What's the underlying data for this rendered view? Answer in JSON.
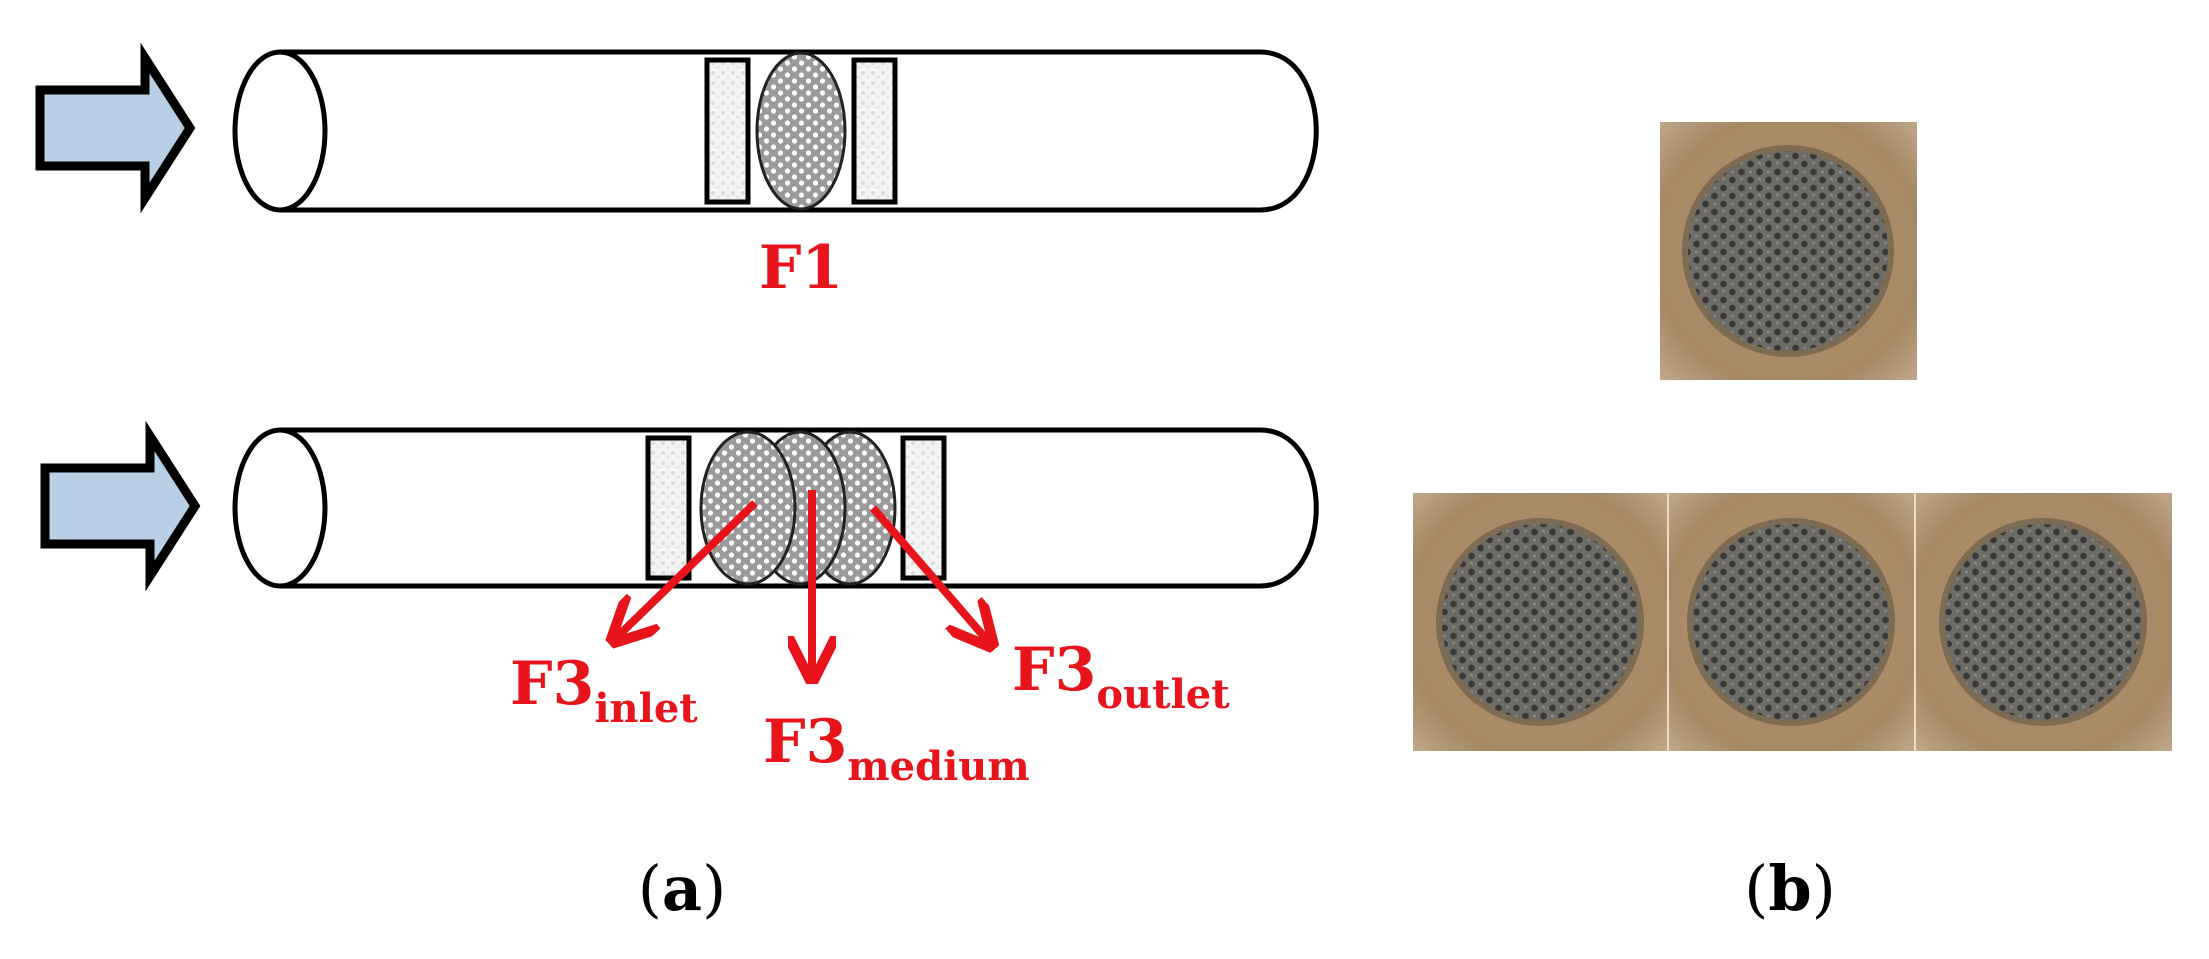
{
  "panel_a": {
    "label_open": "(",
    "label_letter": "a",
    "label_close": ")",
    "top_tube": {
      "filter_label": "F1"
    },
    "bottom_tube": {
      "labels": [
        {
          "main": "F3",
          "sub": "inlet"
        },
        {
          "main": "F3",
          "sub": "medium"
        },
        {
          "main": "F3",
          "sub": "outlet"
        }
      ]
    }
  },
  "panel_b": {
    "label_open": "(",
    "label_letter": "b",
    "label_close": ")",
    "photos": [
      "single foam filter",
      "foam filter inlet",
      "foam filter medium",
      "foam filter outlet"
    ]
  },
  "colors": {
    "arrow_fill": "#b8cfe6",
    "annotation_red": "#e8141b",
    "foam_background": "#a88c68",
    "foam_dark": "#4a4a46"
  }
}
